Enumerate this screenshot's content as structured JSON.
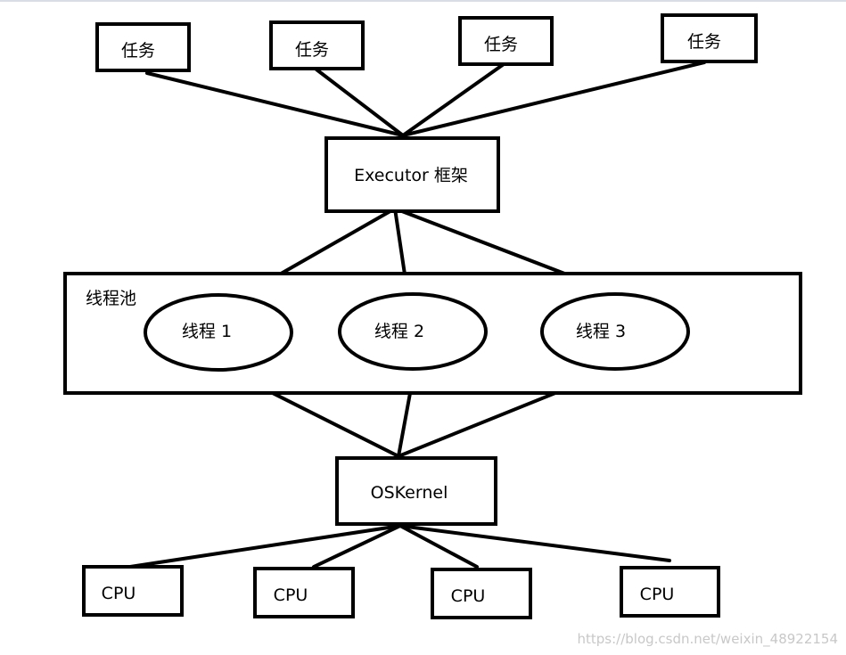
{
  "tasks": [
    "任务",
    "任务",
    "任务",
    "任务"
  ],
  "executor": {
    "label": "Executor 框架"
  },
  "pool": {
    "label": "线程池",
    "threads": [
      "线程 1",
      "线程 2",
      "线程 3"
    ]
  },
  "kernel": {
    "label": "OSKernel"
  },
  "cpus": [
    "CPU",
    "CPU",
    "CPU",
    "CPU"
  ],
  "watermark": "https://blog.csdn.net/weixin_48922154"
}
